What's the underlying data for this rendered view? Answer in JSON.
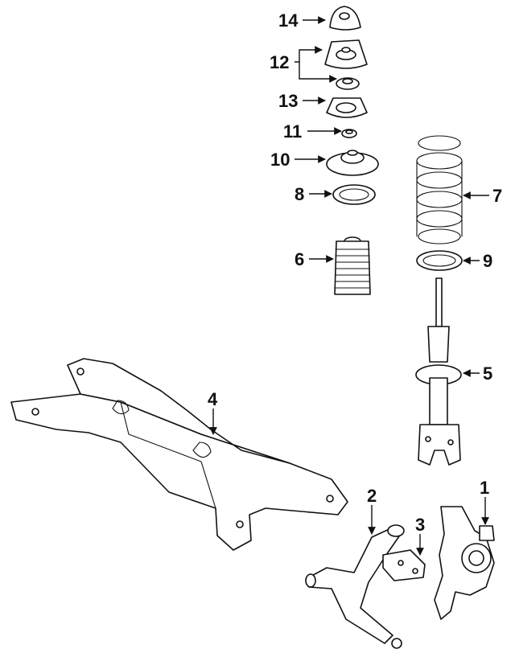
{
  "callouts": {
    "c1": "1",
    "c2": "2",
    "c3": "3",
    "c4": "4",
    "c5": "5",
    "c6": "6",
    "c7": "7",
    "c8": "8",
    "c9": "9",
    "c10": "10",
    "c11": "11",
    "c12": "12",
    "c13": "13",
    "c14": "14"
  },
  "colors": {
    "ink": "#111111",
    "paper": "#ffffff"
  }
}
